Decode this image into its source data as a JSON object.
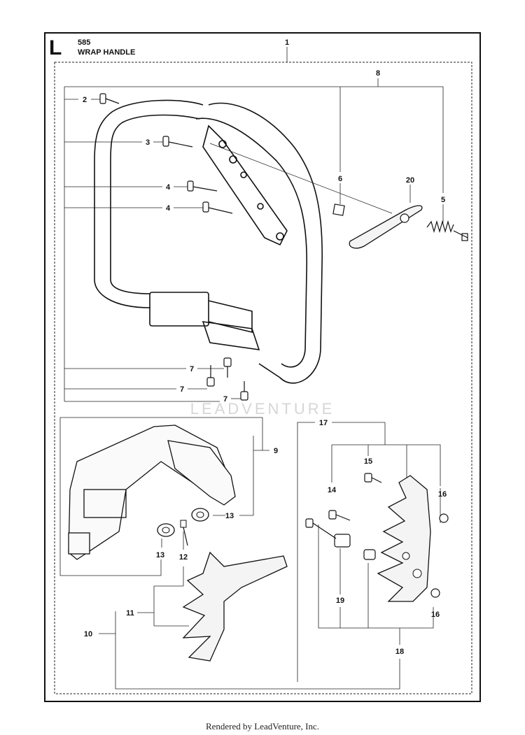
{
  "header": {
    "section_letter": "L",
    "model": "585",
    "title": "WRAP HANDLE"
  },
  "watermark": "LEADVENTURE",
  "footer": "Rendered by LeadVenture, Inc.",
  "callouts": [
    {
      "id": "c1",
      "label": "1"
    },
    {
      "id": "c2",
      "label": "2"
    },
    {
      "id": "c3",
      "label": "3"
    },
    {
      "id": "c4a",
      "label": "4"
    },
    {
      "id": "c4b",
      "label": "4"
    },
    {
      "id": "c5",
      "label": "5"
    },
    {
      "id": "c6",
      "label": "6"
    },
    {
      "id": "c7a",
      "label": "7"
    },
    {
      "id": "c7b",
      "label": "7"
    },
    {
      "id": "c7c",
      "label": "7"
    },
    {
      "id": "c8",
      "label": "8"
    },
    {
      "id": "c9",
      "label": "9"
    },
    {
      "id": "c10",
      "label": "10"
    },
    {
      "id": "c11",
      "label": "11"
    },
    {
      "id": "c12",
      "label": "12"
    },
    {
      "id": "c13a",
      "label": "13"
    },
    {
      "id": "c13b",
      "label": "13"
    },
    {
      "id": "c14",
      "label": "14"
    },
    {
      "id": "c15",
      "label": "15"
    },
    {
      "id": "c16a",
      "label": "16"
    },
    {
      "id": "c16b",
      "label": "16"
    },
    {
      "id": "c17",
      "label": "17"
    },
    {
      "id": "c18",
      "label": "18"
    },
    {
      "id": "c19",
      "label": "19"
    },
    {
      "id": "c20",
      "label": "20"
    }
  ]
}
